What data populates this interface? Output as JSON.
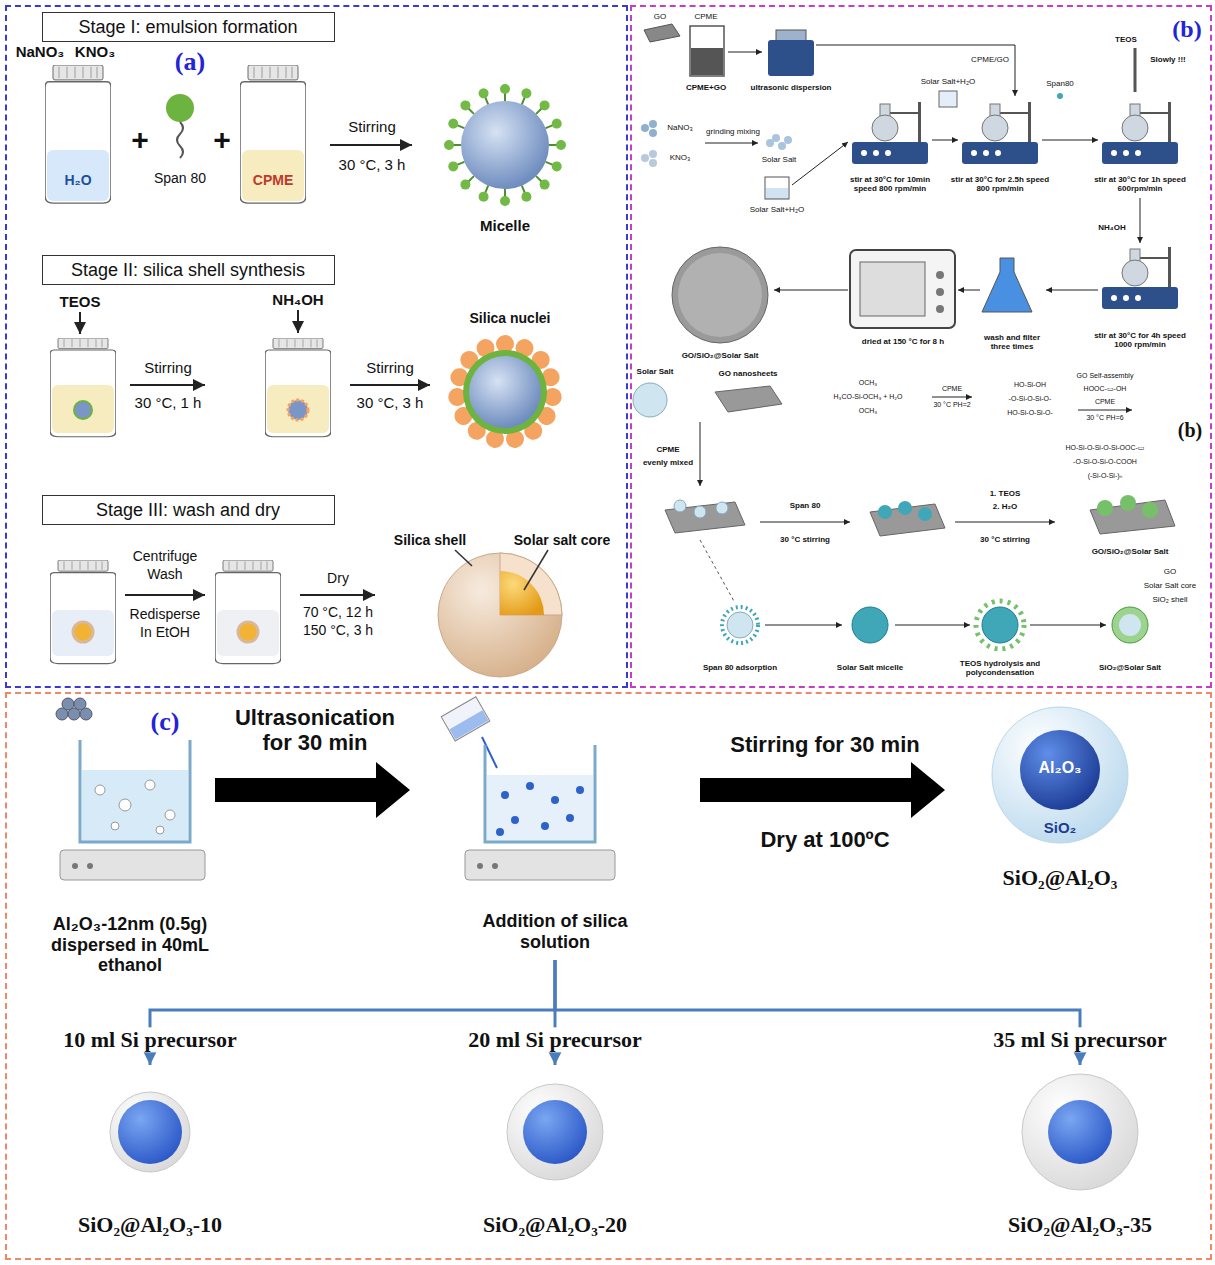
{
  "diagram": {
    "nodes": [
      {
        "text": [
          "(a)"
        ]
      },
      {
        "text": [
          "Stage I: emulsion formation"
        ],
        "in": 0
      },
      {
        "text": [
          "Stage II: silica shell synthesis"
        ],
        "in": 0
      },
      {
        "text": [
          "Stage III: wash and dry"
        ],
        "in": 0
      },
      {
        "text": [
          "(b)",
          "(b)"
        ]
      },
      {
        "text": [
          "(c)"
        ]
      },
      {
        "text": [
          "Al₂O₃-12nm (0.5g) dispersed in 40mL ethanol"
        ],
        "in": 5
      },
      {
        "text": [
          "Addition of silica solution"
        ],
        "in": 5
      },
      {
        "text": [
          "Al₂O₃",
          "SiO₂",
          "SiO₂@Al₂O₃"
        ],
        "in": 5
      },
      {
        "text": [
          "SiO₂@Al₂O₃-10"
        ],
        "in": 5
      },
      {
        "text": [
          "SiO₂@Al₂O₃-20"
        ],
        "in": 5
      },
      {
        "text": [
          "SiO₂@Al₂O₃-35"
        ],
        "in": 5
      }
    ],
    "edges": [
      {
        "from": 6,
        "to": 7,
        "arrow": "to",
        "label": "Ultrasonication for 30 min"
      },
      {
        "from": 7,
        "to": 8,
        "arrow": "to",
        "label": "Stirring for 30 min"
      },
      {
        "from": 7,
        "to": 9,
        "arrow": "to",
        "label": "10 ml Si precursor"
      },
      {
        "from": 7,
        "to": 10,
        "arrow": "to",
        "label": "20 ml Si precursor"
      },
      {
        "from": 7,
        "to": 11,
        "arrow": "to",
        "label": "35 ml Si precursor"
      }
    ],
    "labels": [
      "NaNO₃",
      "KNO₃",
      "H₂O",
      "+",
      "Span 80",
      "+",
      "CPME",
      "Stirring",
      "30 °C, 3 h",
      "Micelle",
      "TEOS",
      "Stirring",
      "30 °C, 1 h",
      "NH₄OH",
      "Stirring",
      "30 °C, 3 h",
      "Silica nuclei",
      "Centrifuge",
      "Wash",
      "Redisperse",
      "In EtOH",
      "Dry",
      "70 °C, 12 h",
      "150 °C, 3 h",
      "Silica shell",
      "Solar salt core",
      "GO",
      "CPME",
      "CPME+GO",
      "ultrasonic dispersion",
      "NaNO₃",
      "KNO₃",
      "grinding mixing",
      "Solar Salt",
      "Solar Salt+H₂O",
      "stir at 30°C for 10min speed 800 rpm/min",
      "Solar Salt+H₂O",
      "CPME/GO",
      "Span80",
      "stir at 30°C for 2.5h speed 800 rpm/min",
      "TEOS",
      "Slowly !!!",
      "stir at 30°C for 1h speed 600rpm/min",
      "NH₄OH",
      "stir at 30°C for 4h speed 1000 rpm/min",
      "wash and filter three times",
      "dried at 150 °C for 8 h",
      "GO/SiO₂@Solar Salt",
      "Solar Salt",
      "GO nanosheets",
      "CPME",
      "evenly mixed",
      "OCH₃",
      "H₃CO-Si-OCH₃ + H₂O",
      "OCH₃",
      "CPME",
      "30 °C PH=2",
      "HO-Si-OH",
      "-O-Si-O-Si-O-",
      "HO-Si-O-Si-O-",
      "GO Self-assembly",
      "HOOC-▭-OH",
      "CPME",
      "30 °C PH=6",
      "HO-Si-O-Si-O-Si-OOC-▭",
      "-O-Si-O-Si-O-COOH",
      "(-Si-O-Si-)ₙ",
      "Span 80",
      "30 °C stirring",
      "1. TEOS",
      "2. H₂O",
      "30 °C stirring",
      "GO/SiO₂@Solar Salt",
      "GO",
      "Solar Salt core",
      "SiO₂ shell",
      "Span 80 adsorption",
      "Solar Salt micelle",
      "TEOS hydrolysis and polycondensation",
      "SiO₂@Solar Salt",
      "Dry at 100ºC"
    ]
  }
}
